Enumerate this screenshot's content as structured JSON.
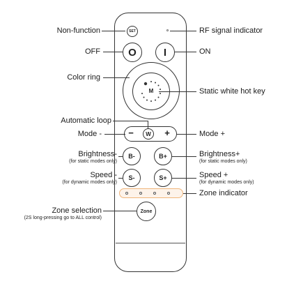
{
  "labels": {
    "non_function": "Non-function",
    "rf_indicator": "RF signal indicator",
    "off": "OFF",
    "on": "ON",
    "color_ring": "Color ring",
    "static_white": "Static white hot key",
    "automatic_loop": "Automatic loop",
    "mode_minus": "Mode -",
    "mode_plus": "Mode +",
    "brightness_minus": "Brightness-",
    "brightness_minus_sub": "(for static modes only)",
    "brightness_plus": "Brightness+",
    "brightness_plus_sub": "(for static modes only)",
    "speed_minus": "Speed -",
    "speed_minus_sub": "(for dynamic modes only)",
    "speed_plus": "Speed +",
    "speed_plus_sub": "(for dynamic modes only)",
    "zone_indicator": "Zone indicator",
    "zone_selection": "Zone selection",
    "zone_selection_sub": "(2S long-pressing go to ALL control)"
  },
  "buttons": {
    "set": "SET",
    "off": "O",
    "on": "I",
    "m": "M",
    "minus": "−",
    "w": "W",
    "plus": "+",
    "b_minus": "B-",
    "b_plus": "B+",
    "s_minus": "S-",
    "s_plus": "S+",
    "zone": "Zone"
  },
  "colors": {
    "zone_highlight_border": "#f0b57a",
    "zone_highlight_fill": "#fdf3ea"
  }
}
